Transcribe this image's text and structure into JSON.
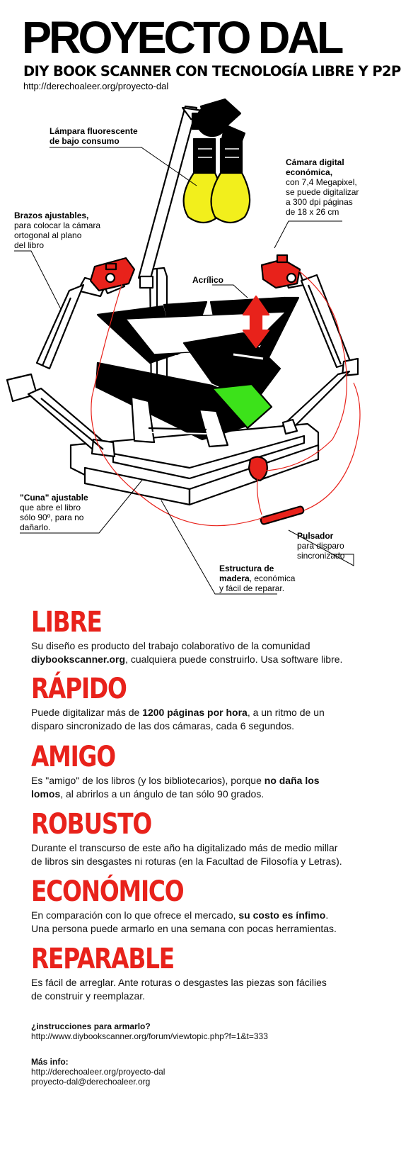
{
  "header": {
    "title": "PROYECTO DAL",
    "subtitle": "DIY BOOK SCANNER CON TECNOLOGÍA LIBRE Y P2P",
    "url": "http://derechoaleer.org/proyecto-dal"
  },
  "labels": {
    "lamp": {
      "title1": "Lámpara fluorescente",
      "title2": "de bajo consumo"
    },
    "camera": {
      "title1": "Cámara digital",
      "title2": "económica,",
      "l1": "con 7,4 Megapixel,",
      "l2": "se puede digitalizar",
      "l3": "a 300 dpi páginas",
      "l4": "de 18 x 26 cm"
    },
    "arms": {
      "title": "Brazos ajustables,",
      "l1": "para colocar la cámara",
      "l2": "ortogonal al plano",
      "l3": "del libro"
    },
    "acrylic": {
      "title": "Acrílico"
    },
    "cradle": {
      "title": "\"Cuna\" ajustable",
      "l1": "que abre el libro",
      "l2": "sólo 90º, para no",
      "l3": "dañarlo."
    },
    "button": {
      "title": "Pulsador",
      "l1": "para disparo",
      "l2": "sincronizado"
    },
    "structure": {
      "title1": "Estructura de",
      "title2": "madera",
      "rest": ", económica",
      "l2": "y fácil de reparar."
    }
  },
  "sections": [
    {
      "heading": "LIBRE",
      "lines": [
        [
          {
            "t": "Su diseño es producto del trabajo colaborativo de la comunidad"
          }
        ],
        [
          {
            "t": "diybookscanner.org",
            "b": true
          },
          {
            "t": ", cualquiera puede construirlo. Usa software libre."
          }
        ]
      ]
    },
    {
      "heading": "RÁPIDO",
      "lines": [
        [
          {
            "t": "Puede digitalizar más de "
          },
          {
            "t": "1200 páginas por hora",
            "b": true
          },
          {
            "t": ", a un ritmo de un"
          }
        ],
        [
          {
            "t": "disparo sincronizado de las dos cámaras, cada 6 segundos."
          }
        ]
      ]
    },
    {
      "heading": "AMIGO",
      "lines": [
        [
          {
            "t": "Es \"amigo\" de los libros (y los bibliotecarios), porque "
          },
          {
            "t": "no daña los",
            "b": true
          }
        ],
        [
          {
            "t": "lomos",
            "b": true
          },
          {
            "t": ", al abrirlos a un ángulo de tan sólo 90 grados."
          }
        ]
      ]
    },
    {
      "heading": "ROBUSTO",
      "lines": [
        [
          {
            "t": "Durante el transcurso de este año ha digitalizado más de medio millar"
          }
        ],
        [
          {
            "t": "de libros sin desgastes ni roturas (en la Facultad de Filosofía y Letras)."
          }
        ]
      ]
    },
    {
      "heading": "ECONÓMICO",
      "lines": [
        [
          {
            "t": "En comparación con lo que ofrece el mercado, "
          },
          {
            "t": "su costo es ínfimo",
            "b": true
          },
          {
            "t": "."
          }
        ],
        [
          {
            "t": "Una persona puede armarlo en una semana con pocas herramientas."
          }
        ]
      ]
    },
    {
      "heading": "REPARABLE",
      "lines": [
        [
          {
            "t": "Es fácil de arreglar. Ante roturas o desgastes las piezas son fácilies"
          }
        ],
        [
          {
            "t": "de construir y reemplazar."
          }
        ]
      ]
    }
  ],
  "footer": {
    "instructions_title": "¿instrucciones para armarlo?",
    "instructions_url": "http://www.diybookscanner.org/forum/viewtopic.php?f=1&t=333",
    "more_title": "Más info:",
    "more_url": "http://derechoaleer.org/proyecto-dal",
    "email": "proyecto-dal@derechoaleer.org"
  },
  "colors": {
    "accent": "#e8221b",
    "lamp": "#f2ef1c",
    "page_green": "#3ce21a",
    "camera": "#e8221b"
  }
}
